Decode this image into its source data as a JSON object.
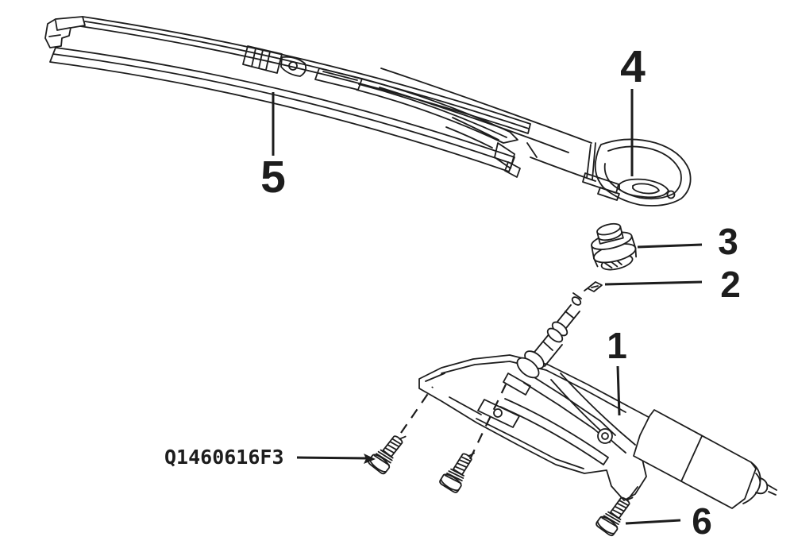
{
  "diagram": {
    "background_color": "#ffffff",
    "line_color": "#1d1d1d",
    "part_code": "Q1460616F3",
    "callouts": {
      "1": "1",
      "2": "2",
      "3": "3",
      "4": "4",
      "5": "5",
      "6": "6"
    }
  }
}
